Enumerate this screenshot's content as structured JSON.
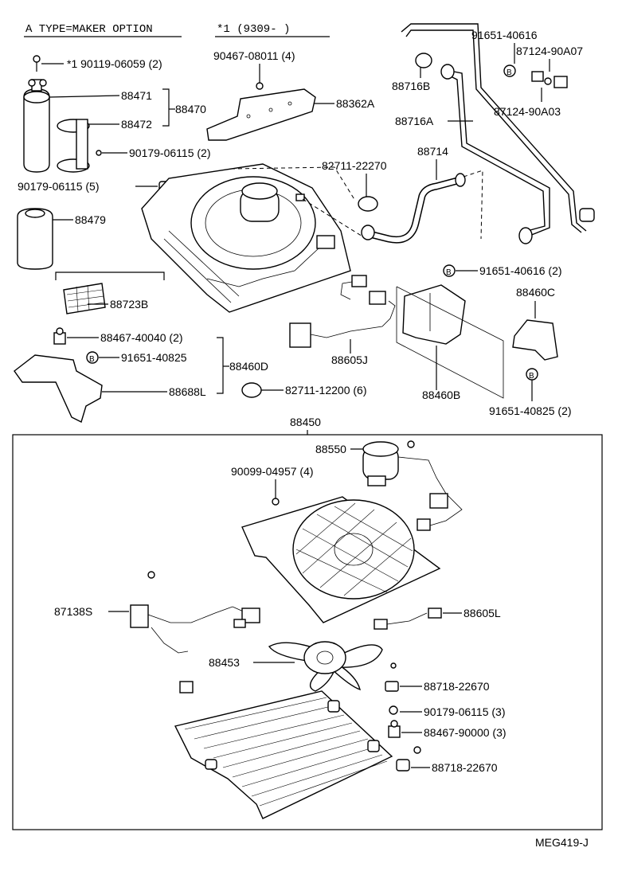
{
  "header": {
    "option_note": "A TYPE=MAKER OPTION",
    "date_note": "*1  (9309-      )"
  },
  "labels": {
    "p90119": "*1  90119-06059 (2)",
    "p90467": "90467-08011 (4)",
    "p88471": "88471",
    "p88470": "88470",
    "p88472": "88472",
    "p88362A": "88362A",
    "p90179a": "90179-06115 (2)",
    "p90179b": "90179-06115 (5)",
    "p88479": "88479",
    "p88723B": "88723B",
    "p88716B": "88716B",
    "p88716A": "88716A",
    "p91651a": "91651-40616",
    "p87124a": "87124-90A07",
    "p87124b": "87124-90A03",
    "p82711a": "82711-22270",
    "p88714": "88714",
    "p91651b": "91651-40616 (2)",
    "p88460C": "88460C",
    "p88467a": "88467-40040 (2)",
    "p91651c": "91651-40825",
    "p88460D": "88460D",
    "p88688L": "88688L",
    "p88605J": "88605J",
    "p82711b": "82711-12200 (6)",
    "p88460B": "88460B",
    "p91651d": "91651-40825 (2)",
    "p88450": "88450",
    "p88550": "88550",
    "p90099": "90099-04957 (4)",
    "p87138S": "87138S",
    "p88605L": "88605L",
    "p88453": "88453",
    "p88718a": "88718-22670",
    "p90179c": "90179-06115 (3)",
    "p88467b": "88467-90000 (3)",
    "p88718b": "88718-22670"
  },
  "markers": {
    "b": "B"
  },
  "footer": {
    "code": "MEG419-J"
  }
}
